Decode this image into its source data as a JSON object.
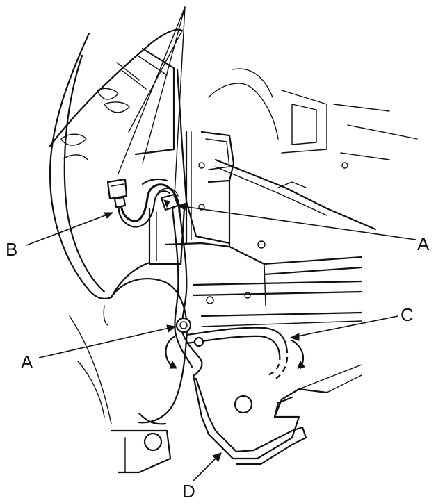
{
  "callouts": {
    "a_upper": "A",
    "a_lower": "A",
    "b": "B",
    "c": "C",
    "d": "D"
  },
  "colors": {
    "line": "#111111",
    "background": "#ffffff"
  }
}
